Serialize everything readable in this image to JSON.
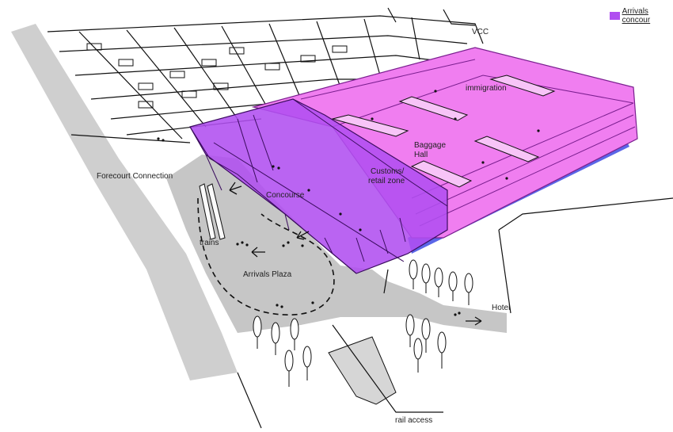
{
  "legend": {
    "label": "Arrivals concour",
    "color": "#b04ff0"
  },
  "colors": {
    "arrivals_concourse": "#b04ff0",
    "upper_deck": "#f07ef0",
    "apron_edge": "#5b66e8",
    "ground": "#c8c8c8",
    "ink": "#111111"
  },
  "labels": {
    "vcc": "VCC",
    "immigration": "immigration",
    "baggage_hall_1": "Baggage",
    "baggage_hall_2": "Hall",
    "customs_1": "Customs/",
    "customs_2": "retail zone",
    "forecourt_connection": "Forecourt Connection",
    "concourse": "Concourse",
    "trains": "trains",
    "arrivals_plaza": "Arrivals Plaza",
    "hotel": "Hotel",
    "rail_access": "rail access"
  }
}
